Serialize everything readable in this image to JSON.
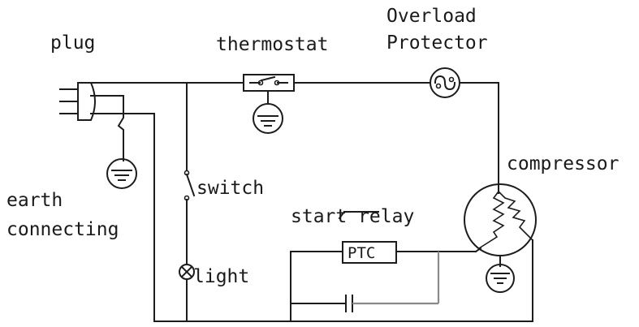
{
  "labels": {
    "plug": "plug",
    "thermostat": "thermostat",
    "overload_line1": "Overload",
    "overload_line2": "Protector",
    "compressor": "compressor",
    "earth_line1": "earth",
    "earth_line2": "connecting",
    "switch": "switch",
    "start_relay": "start relay",
    "ptc": "PTC",
    "light": "light"
  }
}
